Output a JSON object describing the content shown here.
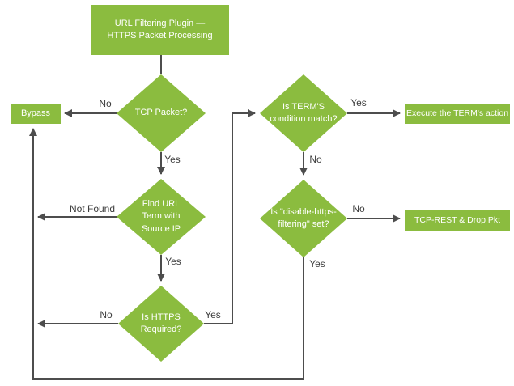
{
  "diagram": {
    "title": "URL Filtering HTTPS Packet Processing flowchart",
    "nodes": {
      "start": "URL Filtering Plugin —\nHTTPS Packet Processing",
      "bypass": "Bypass",
      "tcp_packet": "TCP Packet?",
      "find_url_term": "Find URL\nTerm with\nSource IP",
      "https_required": "Is HTTPS\nRequired?",
      "term_condition": "Is TERM'S\ncondition match?",
      "disable_https": "Is \"disable-https-\nfiltering\" set?",
      "execute_action": "Execute the TERM's action",
      "tcp_rest_drop": "TCP-REST & Drop Pkt"
    },
    "edge_labels": {
      "tcp_no": "No",
      "tcp_yes": "Yes",
      "find_not_found": "Not Found",
      "find_yes": "Yes",
      "https_no": "No",
      "https_yes": "Yes",
      "term_yes": "Yes",
      "term_no": "No",
      "disable_no": "No",
      "disable_yes": "Yes"
    },
    "colors": {
      "node_fill": "#8bbc3f",
      "edge_stroke": "#4d4d4d",
      "node_text": "#ffffff",
      "label_text": "#3d3d3d",
      "background": "#ffffff"
    }
  }
}
